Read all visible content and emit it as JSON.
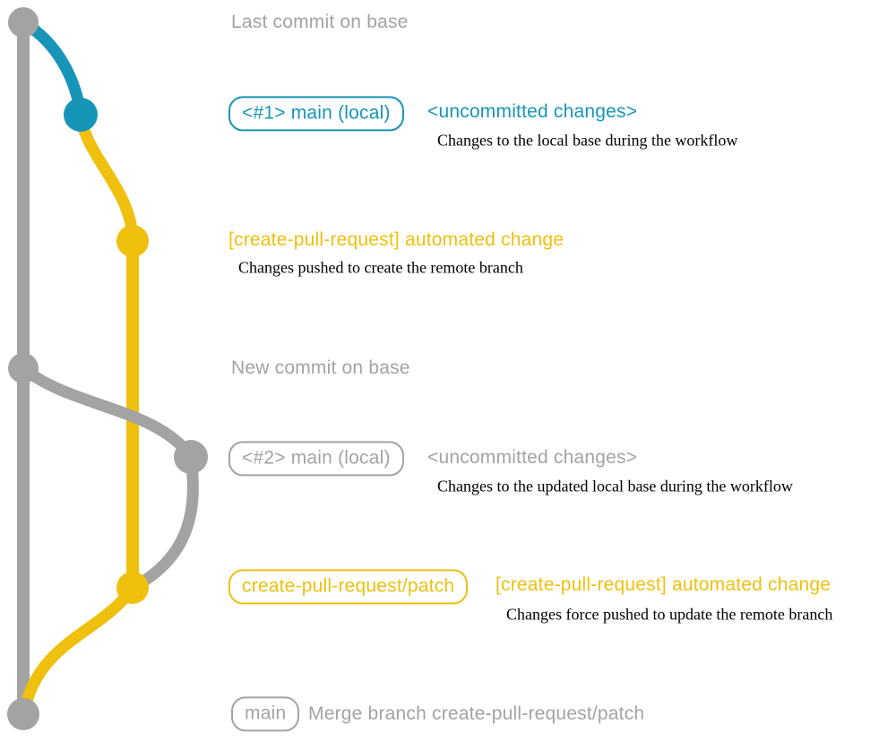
{
  "colors": {
    "gray": "#a3a3a3",
    "teal": "#1795b8",
    "yellow": "#efc00e",
    "ink": "#000000",
    "bg": "#ffffff"
  },
  "annotations": {
    "last_commit_on_base": "Last commit on base",
    "new_commit_on_base": "New commit on base"
  },
  "rows": {
    "uncommitted_1": {
      "badge": "<#1> main (local)",
      "heading": "<uncommitted changes>",
      "description": "Changes to the local base during the workflow"
    },
    "automated_change_1": {
      "heading": "[create-pull-request] automated change",
      "description": "Changes pushed to create the remote branch"
    },
    "uncommitted_2": {
      "badge": "<#2> main (local)",
      "heading": "<uncommitted changes>",
      "description": "Changes to the updated local base during the workflow"
    },
    "automated_change_2": {
      "badge": "create-pull-request/patch",
      "heading": "[create-pull-request] automated change",
      "description": "Changes force pushed to update the remote branch"
    },
    "merge": {
      "badge": "main",
      "heading": "Merge branch create-pull-request/patch"
    }
  }
}
